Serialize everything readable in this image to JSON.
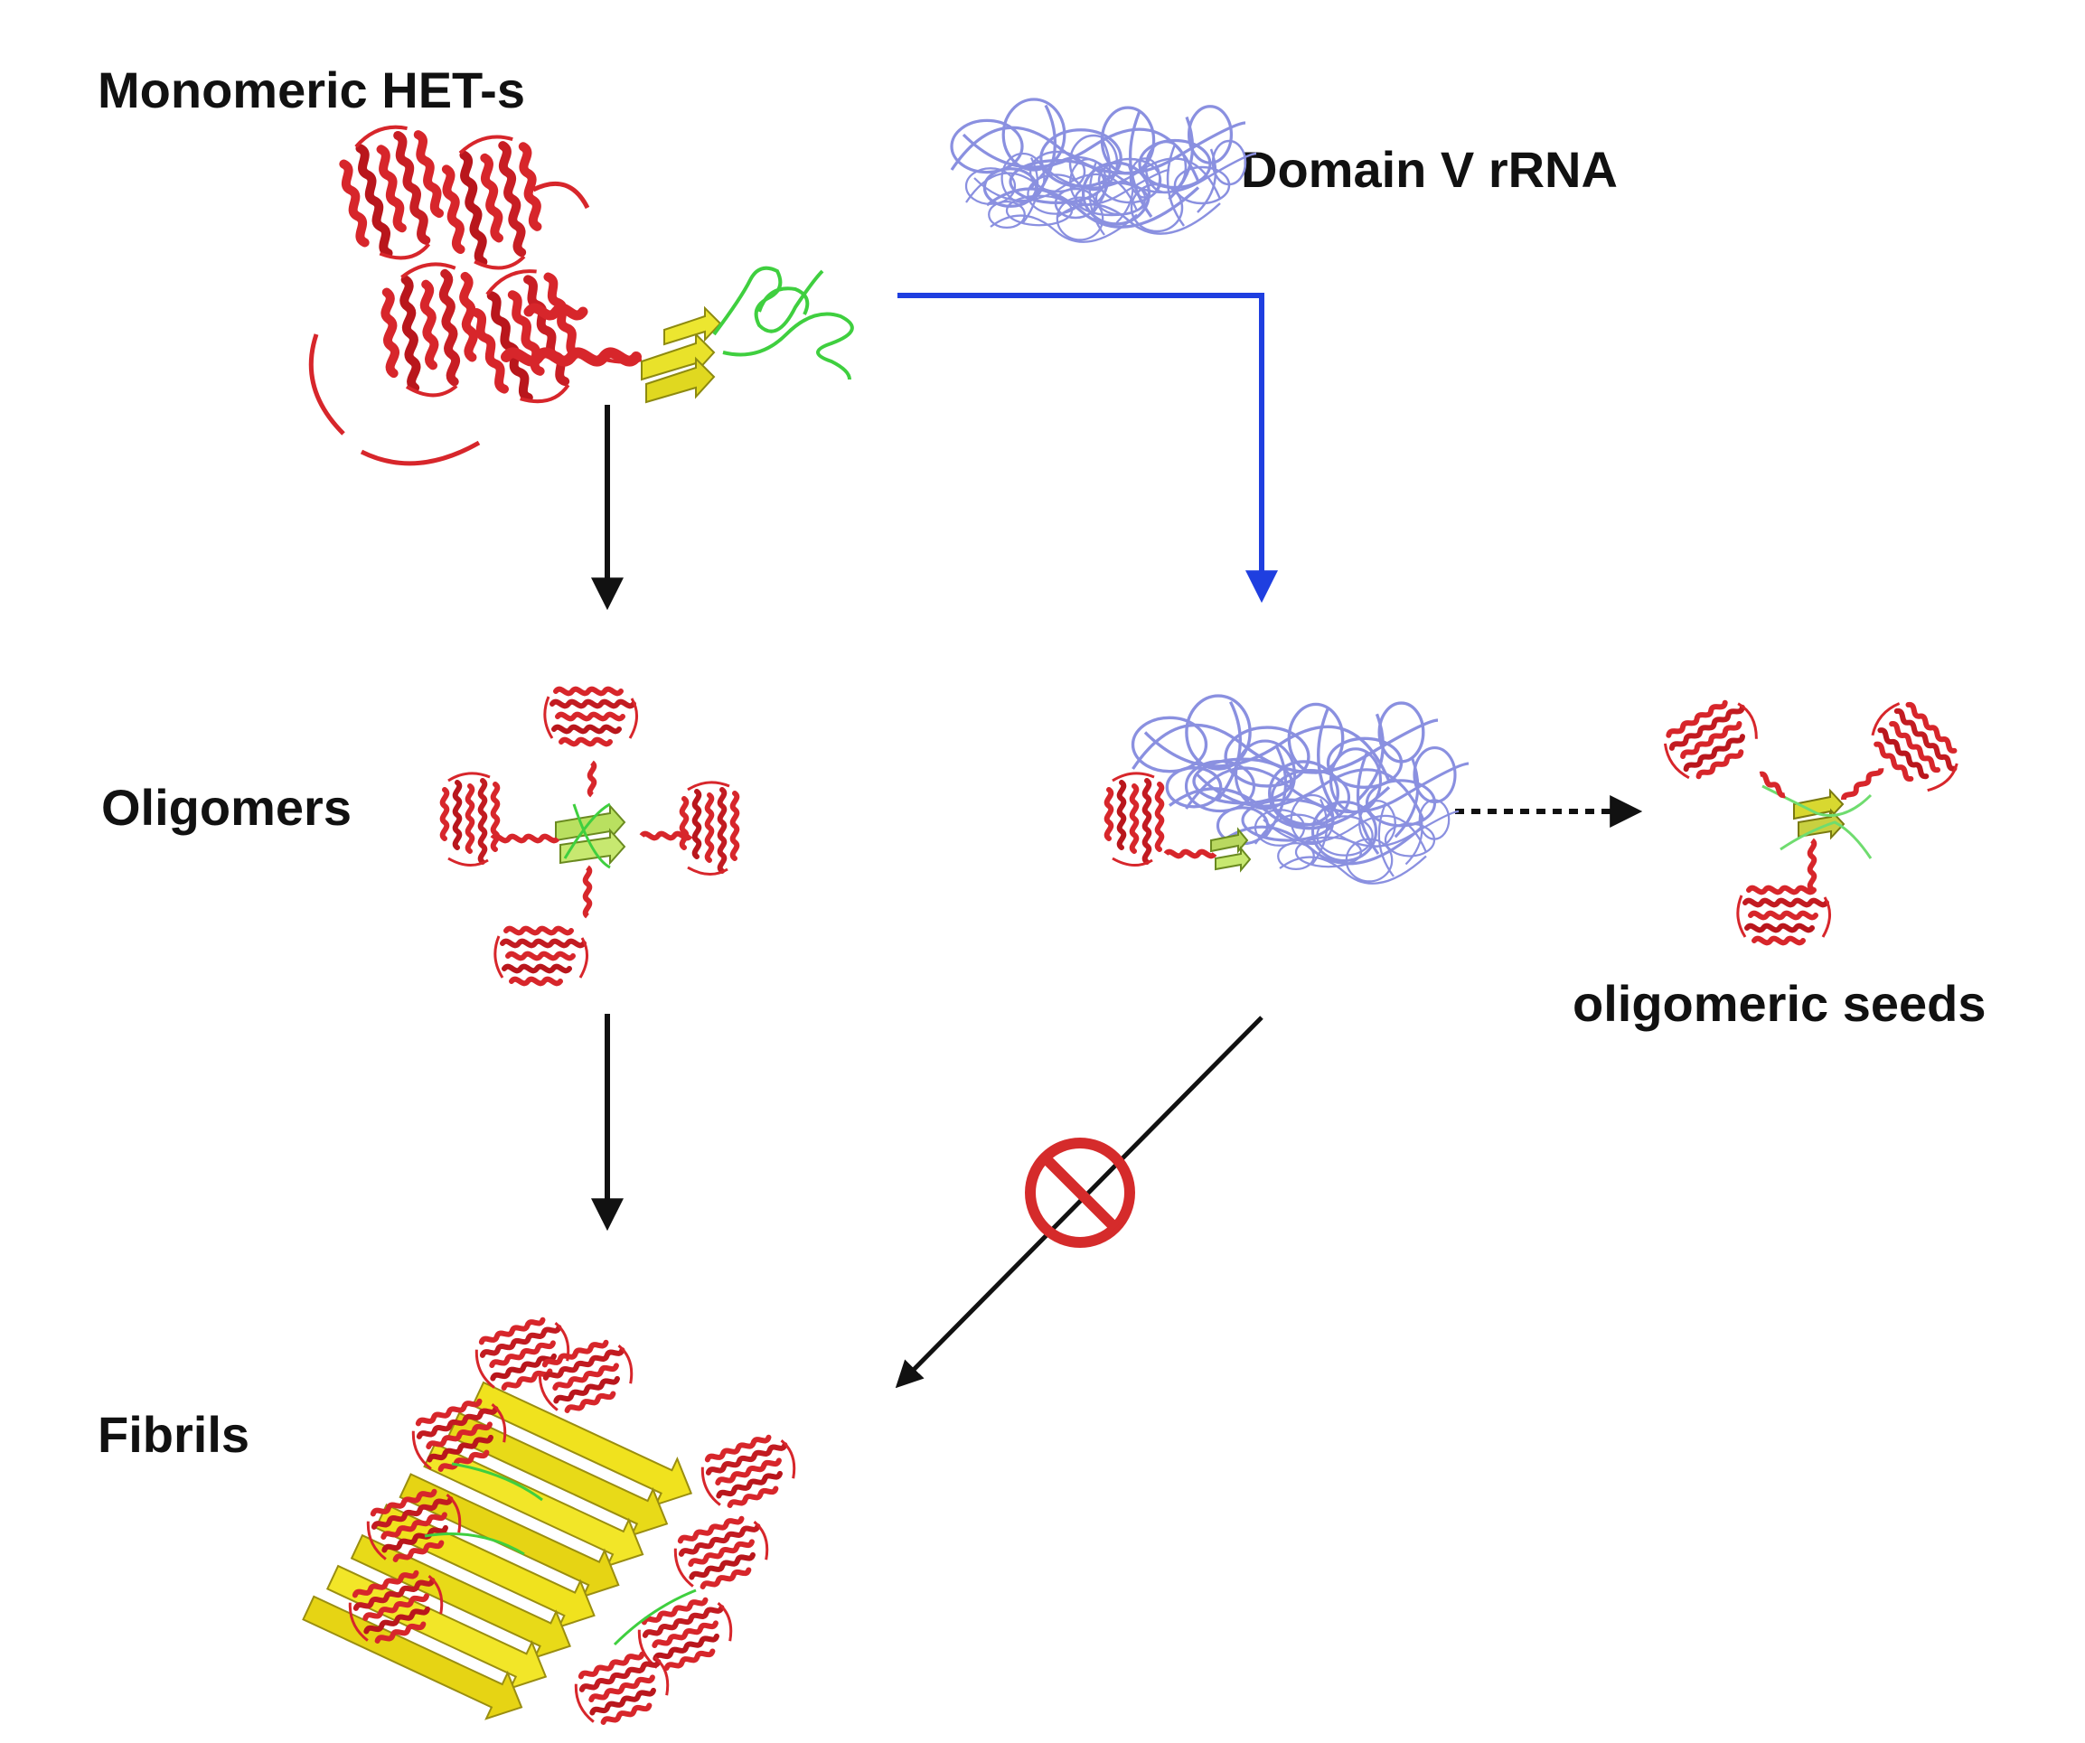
{
  "labels": {
    "monomeric": "Monomeric HET-s",
    "domain_v": "Domain V rRNA",
    "oligomers": "Oligomers",
    "oligomeric_seeds": "oligomeric seeds",
    "fibrils": "Fibrils"
  },
  "icons": {
    "monomer": "protein-monomer-icon",
    "rrna": "rrna-icon",
    "oligomer": "oligomer-icon",
    "complex": "protein-rrna-complex-icon",
    "seed": "oligomeric-seed-icon",
    "fibril": "fibril-icon",
    "inhibit": "prohibition-icon"
  },
  "colors": {
    "helix": "#d7262b",
    "strand": "#e9e22a",
    "loop": "#3fcf3f",
    "rrna": "#8a90e0",
    "pathway_arrow": "#111111",
    "rrna_arrow": "#1f3fe0",
    "inhibit": "#d52b2b"
  }
}
